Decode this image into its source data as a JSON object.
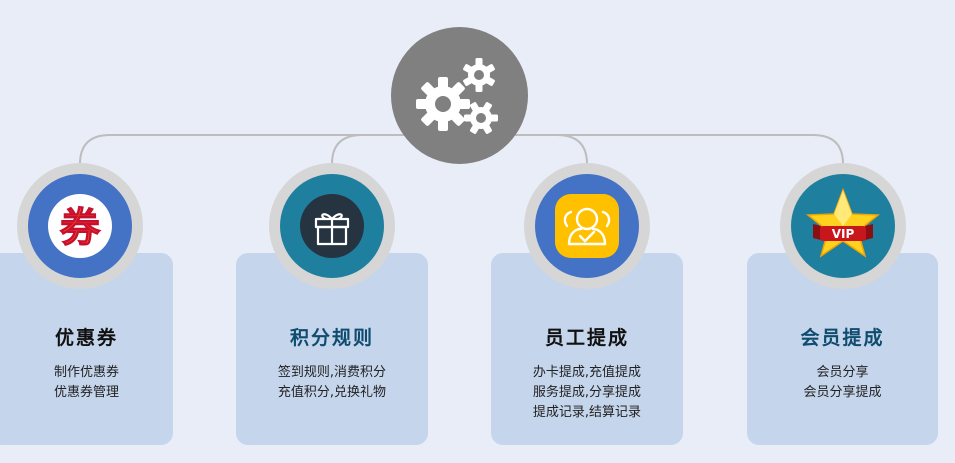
{
  "colors": {
    "background": "#e8edf7",
    "card": "#c5d5ec",
    "hub": "#808080",
    "connector": "#bdbdbd",
    "bubble_ring": "#d6d6d6",
    "icon_blue": "#4472c4",
    "icon_teal": "#1f7f9f",
    "title_dark": "#111111",
    "title_teal": "#0f4c6e"
  },
  "hub": {
    "icon": "gears-icon"
  },
  "cards": [
    {
      "title": "优惠券",
      "icon": "coupon-icon",
      "glyph": "券",
      "lines": [
        "制作优惠券",
        "优惠券管理"
      ]
    },
    {
      "title": "积分规则",
      "icon": "gift-icon",
      "lines": [
        "签到规则,消费积分",
        "充值积分,兑换礼物"
      ]
    },
    {
      "title": "员工提成",
      "icon": "staff-icon",
      "lines": [
        "办卡提成,充值提成",
        "服务提成,分享提成",
        "提成记录,结算记录"
      ]
    },
    {
      "title": "会员提成",
      "icon": "vip-star-icon",
      "badge": "VIP",
      "lines": [
        "会员分享",
        "会员分享提成"
      ]
    }
  ]
}
